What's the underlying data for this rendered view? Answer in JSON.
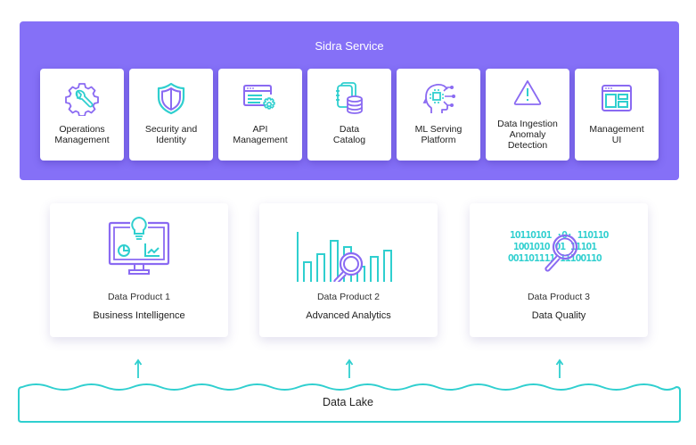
{
  "service": {
    "title": "Sidra Service",
    "cards": [
      {
        "label_lines": [
          "Operations",
          "Management"
        ],
        "icon": "gear-wrench-icon"
      },
      {
        "label_lines": [
          "Security and",
          "Identity"
        ],
        "icon": "shield-icon"
      },
      {
        "label_lines": [
          "API",
          "Management"
        ],
        "icon": "api-window-gear-icon"
      },
      {
        "label_lines": [
          "Data",
          "Catalog"
        ],
        "icon": "catalog-database-icon"
      },
      {
        "label_lines": [
          "ML Serving",
          "Platform"
        ],
        "icon": "ai-head-chip-icon"
      },
      {
        "label_lines": [
          "Data Ingestion",
          "Anomaly",
          "Detection"
        ],
        "icon": "warning-triangle-icon"
      },
      {
        "label_lines": [
          "Management",
          "UI"
        ],
        "icon": "layout-window-icon"
      }
    ]
  },
  "products": [
    {
      "title": "Data Product 1",
      "subtitle": "Business Intelligence",
      "icon": "monitor-lightbulb-icon"
    },
    {
      "title": "Data Product 2",
      "subtitle": "Advanced Analytics",
      "icon": "bar-chart-magnifier-icon"
    },
    {
      "title": "Data Product 3",
      "subtitle": "Data Quality",
      "icon": "binary-magnifier-icon"
    }
  ],
  "data_lake": {
    "label": "Data Lake"
  },
  "colors": {
    "purple": "#8570f7",
    "teal": "#2fcfcf",
    "icon_purple": "#8a6af2"
  }
}
